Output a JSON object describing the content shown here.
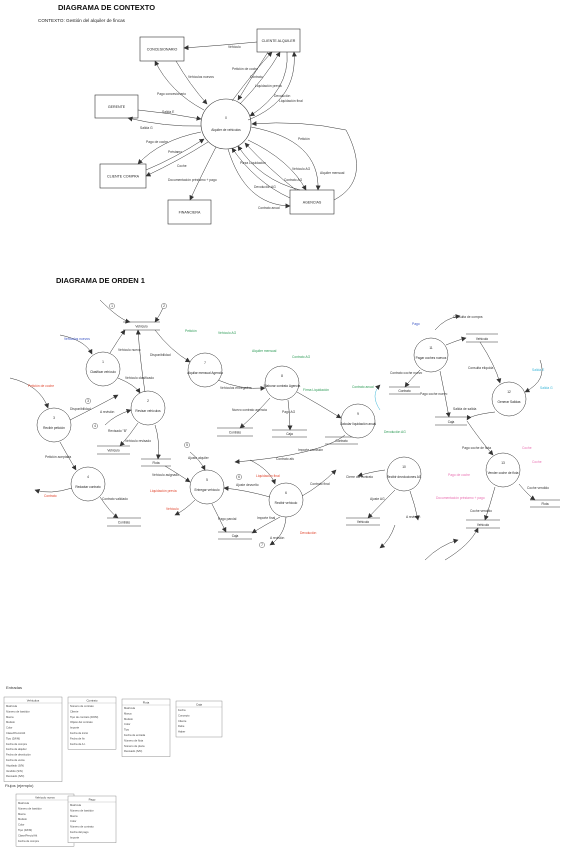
{
  "context": {
    "title": "DIAGRAMA DE CONTEXTO",
    "subtitle": "CONTEXTO: Gestión del alquiler de fincas",
    "center": {
      "num": "0",
      "label": "Alquiler de vehículos"
    },
    "entities": {
      "concesionario": "CONCESIONARIO",
      "cliente_alquiler": "CLIENTE ALQUILER",
      "gerente": "GERENTE",
      "cliente_compra": "CLIENTE COMPRA",
      "financiera": "FINANCIERA",
      "agencias": "AGENCIAS"
    },
    "flows": {
      "f1": "Vehículo",
      "f2": "Petición de coche",
      "f3": "Contrato",
      "f4": "Liquidación previa",
      "f5": "Devolución",
      "f6": "Liquidación final",
      "f7": "Vehículos nuevos",
      "f8": "Pago concesionario",
      "f9": "Salida E",
      "f10": "Salida G",
      "f11": "Pago de coche",
      "f12": "Préstamo",
      "f13": "Coche",
      "f14": "Documentación préstamo + pago",
      "f15": "Petición",
      "f16": "Pieza Liquidación",
      "f17": "Vehículo AG",
      "f18": "Alquiler mensual",
      "f19": "Contrato AG",
      "f20": "Devolución AG",
      "f21": "Contrato anual"
    }
  },
  "order": {
    "title": "DIAGRAMA DE ORDEN 1",
    "processes": [
      {
        "num": "1",
        "label": "Clasificar vehículo"
      },
      {
        "num": "2",
        "label": "Revisar vehículos"
      },
      {
        "num": "3",
        "label": "Recibir petición"
      },
      {
        "num": "4",
        "label": "Redactar contrato"
      },
      {
        "num": "5",
        "label": "Entregar vehículo"
      },
      {
        "num": "6",
        "label": "Recibir vehículo"
      },
      {
        "num": "7",
        "label": "Alquilar mensual Agencia"
      },
      {
        "num": "8",
        "label": "Elaborar contrato Agencia"
      },
      {
        "num": "9",
        "label": "Calcular liquidación anual"
      },
      {
        "num": "10",
        "label": "Recibir devoluciones AG"
      },
      {
        "num": "11",
        "label": "Pagar coches nuevos"
      },
      {
        "num": "12",
        "label": "Generar Salidas"
      },
      {
        "num": "13",
        "label": "Vender coche de flota"
      }
    ],
    "stores": {
      "vehiculo": "Vehículo",
      "flota": "Flota",
      "contrato": "Contrato",
      "caja": "Caja"
    },
    "flows": {
      "vehiculos_nuevos": "Vehículos nuevos",
      "vehiculo_nuevo": "Vehículo nuevo",
      "disponibilidad": "Disponibilidad",
      "vehiculo_clasificado": "Vehículo clasificado",
      "peticion_coche": "Petición de coche",
      "a_revision": "A revisión",
      "revisado_b": "Revisado \"B\"",
      "vehiculo_revisado": "Vehículo revisado",
      "peticion_aceptada": "Petición aceptada",
      "contrato": "Contrato",
      "contrato_validado": "Contrato validado",
      "vehiculo_asignado": "Vehículo asignado",
      "liquidacion_previa": "Liquidación previa",
      "vehiculo": "Vehículo",
      "ajuste_alquiler": "Ajuste alquiler",
      "pago_parcial": "Pago parcial",
      "liquidacion_final": "Liquidación final",
      "ajuste_devuelto": "Ajuste devuelto",
      "contrato_final": "Contrato final",
      "importe_final": "Importe final",
      "devolucion": "Devolución",
      "peticion": "Petición",
      "vehiculo_ag": "Vehículo AG",
      "alquiler_mensual": "Alquiler mensual",
      "vehiculos_entregados": "Vehículos entregados",
      "contrato_ag": "Contrato AG",
      "nuevo_contrato_agencia": "Nuevo contrato agencia",
      "pago_ag": "Pago AG",
      "firma_liquidacion": "Firma Liquidación",
      "contrato_anual": "Contrato anual",
      "importe_comision": "Importe comisión",
      "contrato_afu": "Contrato afu",
      "devolucion_ag": "Devolución AG",
      "cierre_contrato": "Cierre del contrato",
      "ajuste_ag": "Ajuste AG",
      "pago": "Pago",
      "consulta_compra": "Consulta de compra",
      "contrato_coche_nuevo": "Contrato coche nuevo",
      "pago_coche_nuevo": "Pago coche nuevo",
      "consulta_eliquida": "Consulta eliquida",
      "salida_e": "Salida E",
      "salida_g": "Salida G",
      "salida_salida": "Salida de salida",
      "pago_coche_flota": "Pago coche de flota",
      "pago_coche": "Pago de coche",
      "documentacion": "Documentación préstamo + pago",
      "coche": "Coche",
      "coche_vendido": "Coche vendido",
      "coche_vendido2": "Coche vendido"
    },
    "badges": [
      "1",
      "2",
      "3",
      "4",
      "5",
      "6",
      "7",
      "8"
    ]
  },
  "tables": {
    "entradas_label": "Entradas",
    "flujos_label": "Flujos (ejemplo)",
    "vehiculo": {
      "title": "Vehículos",
      "rows": [
        "Matrícula",
        "Número de bastidor",
        "Marca",
        "Modelo",
        "Color",
        "Clase/Precio/Alt",
        "Tipo (D/I/M)",
        "Fecha de compra",
        "Fecha de alquiler",
        "Fecha de devolución",
        "Fecha de venta",
        "Alquilado (S/N)",
        "Vendido (S/N)",
        "Revisado (S/N)"
      ]
    },
    "contrato": {
      "title": "Contrato",
      "rows": [
        "Número de contrato",
        "Cliente",
        "Tipo de contrato (D/I/M)",
        "Objeto del contrato",
        "Importe",
        "Fecha de inicio",
        "Fecha de fin",
        "Fecha de A.I."
      ]
    },
    "flota": {
      "title": "Flota",
      "rows": [
        "Matrícula",
        "Marca",
        "Modelo",
        "Color",
        "Tipo",
        "Fecha de entrada",
        "Número de flota",
        "Número de plaza",
        "Revisado (S/N)"
      ]
    },
    "caja": {
      "title": "Caja",
      "rows": [
        "Fecha",
        "Concepto",
        "Cliente",
        "Debe",
        "Haber"
      ]
    },
    "flujo1": {
      "title": "Vehículo nuevo",
      "rows": [
        "Matrícula",
        "Número de bastidor",
        "Marca",
        "Modelo",
        "Color",
        "Tipo (D/I/M)",
        "Clase/Precio/Alt",
        "Fecha de compra"
      ]
    },
    "flujo2": {
      "title": "Pago",
      "rows": [
        "Matrícula",
        "Número de bastidor",
        "Marca",
        "Color",
        "Número de contrato",
        "Fecha del pago",
        "Importe"
      ]
    }
  },
  "colors": {
    "line": "#333333",
    "blue": "#3b55c4",
    "green": "#2e9b57",
    "red": "#e0442c",
    "cyan": "#3bb6d8",
    "pink": "#e96fb1"
  }
}
